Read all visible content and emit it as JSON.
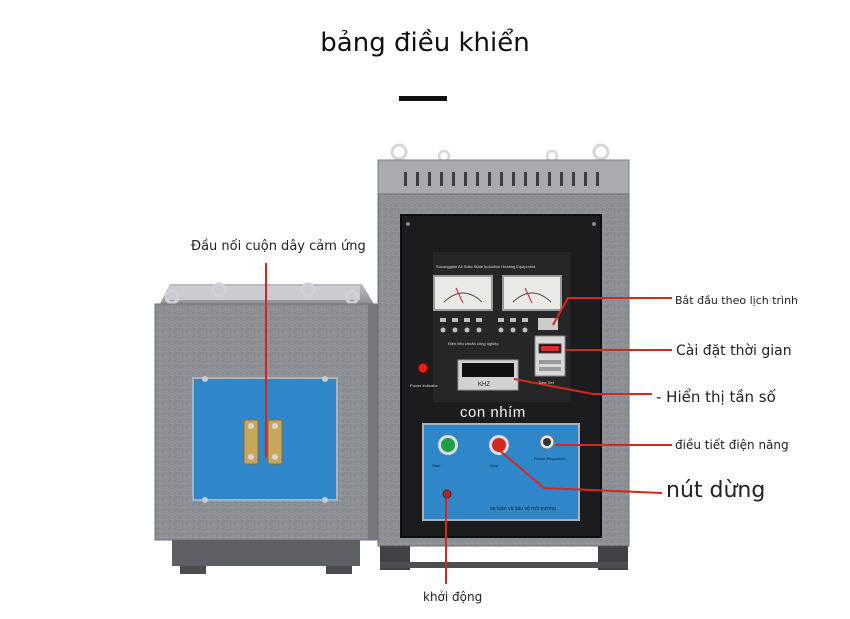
{
  "title": "bảng điều khiển",
  "callouts": {
    "coil_connector": "Đầu nối cuộn dây cảm ứng",
    "schedule_start": "Bắt đầu theo lịch trình",
    "time_setting": "Cài đặt thời gian",
    "frequency_display": "- Hiển thị tần số",
    "power_regulation": "điều tiết điện năng",
    "stop_button": "nút dừng",
    "start_button": "khởi động"
  },
  "panel": {
    "brand": "con nhím",
    "freq_unit": "KHZ",
    "safety_note": "an toàn và bảo vệ môi trường"
  },
  "colors": {
    "callout_line": "#d7261c",
    "cabinet_gray": "#8e9196",
    "panel_black": "#1c1c1e",
    "blue_plate": "#2f86c9",
    "start_green": "#1f9e47",
    "stop_red": "#d12a23"
  }
}
